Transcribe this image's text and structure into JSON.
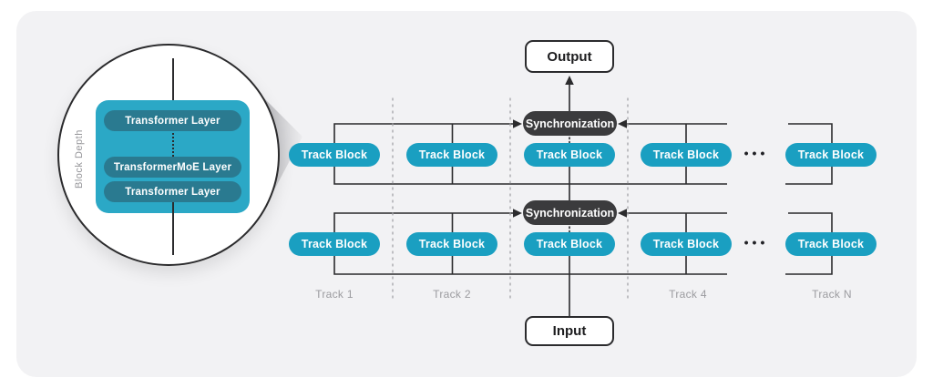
{
  "colors": {
    "panel_bg": "#F2F2F4",
    "track_block": "#1A9FC1",
    "magnifier_box": "#2BA8C6",
    "layer_pill": "#2A7A90",
    "sync_node": "#3B3B3D",
    "line": "#2B2B2D",
    "muted_label": "#9B9B9F",
    "io_node_bg": "#FFFFFF"
  },
  "nodes": {
    "output": "Output",
    "input": "Input",
    "synchronization": "Synchronization",
    "track_block": "Track Block",
    "ellipsis": "•••"
  },
  "track_labels": [
    "Track 1",
    "Track 2",
    "Track 4",
    "Track N"
  ],
  "magnifier": {
    "depth_label": "Block Depth",
    "layers": [
      "Transformer Layer",
      "TransformerMoE Layer",
      "Transformer Layer"
    ]
  }
}
